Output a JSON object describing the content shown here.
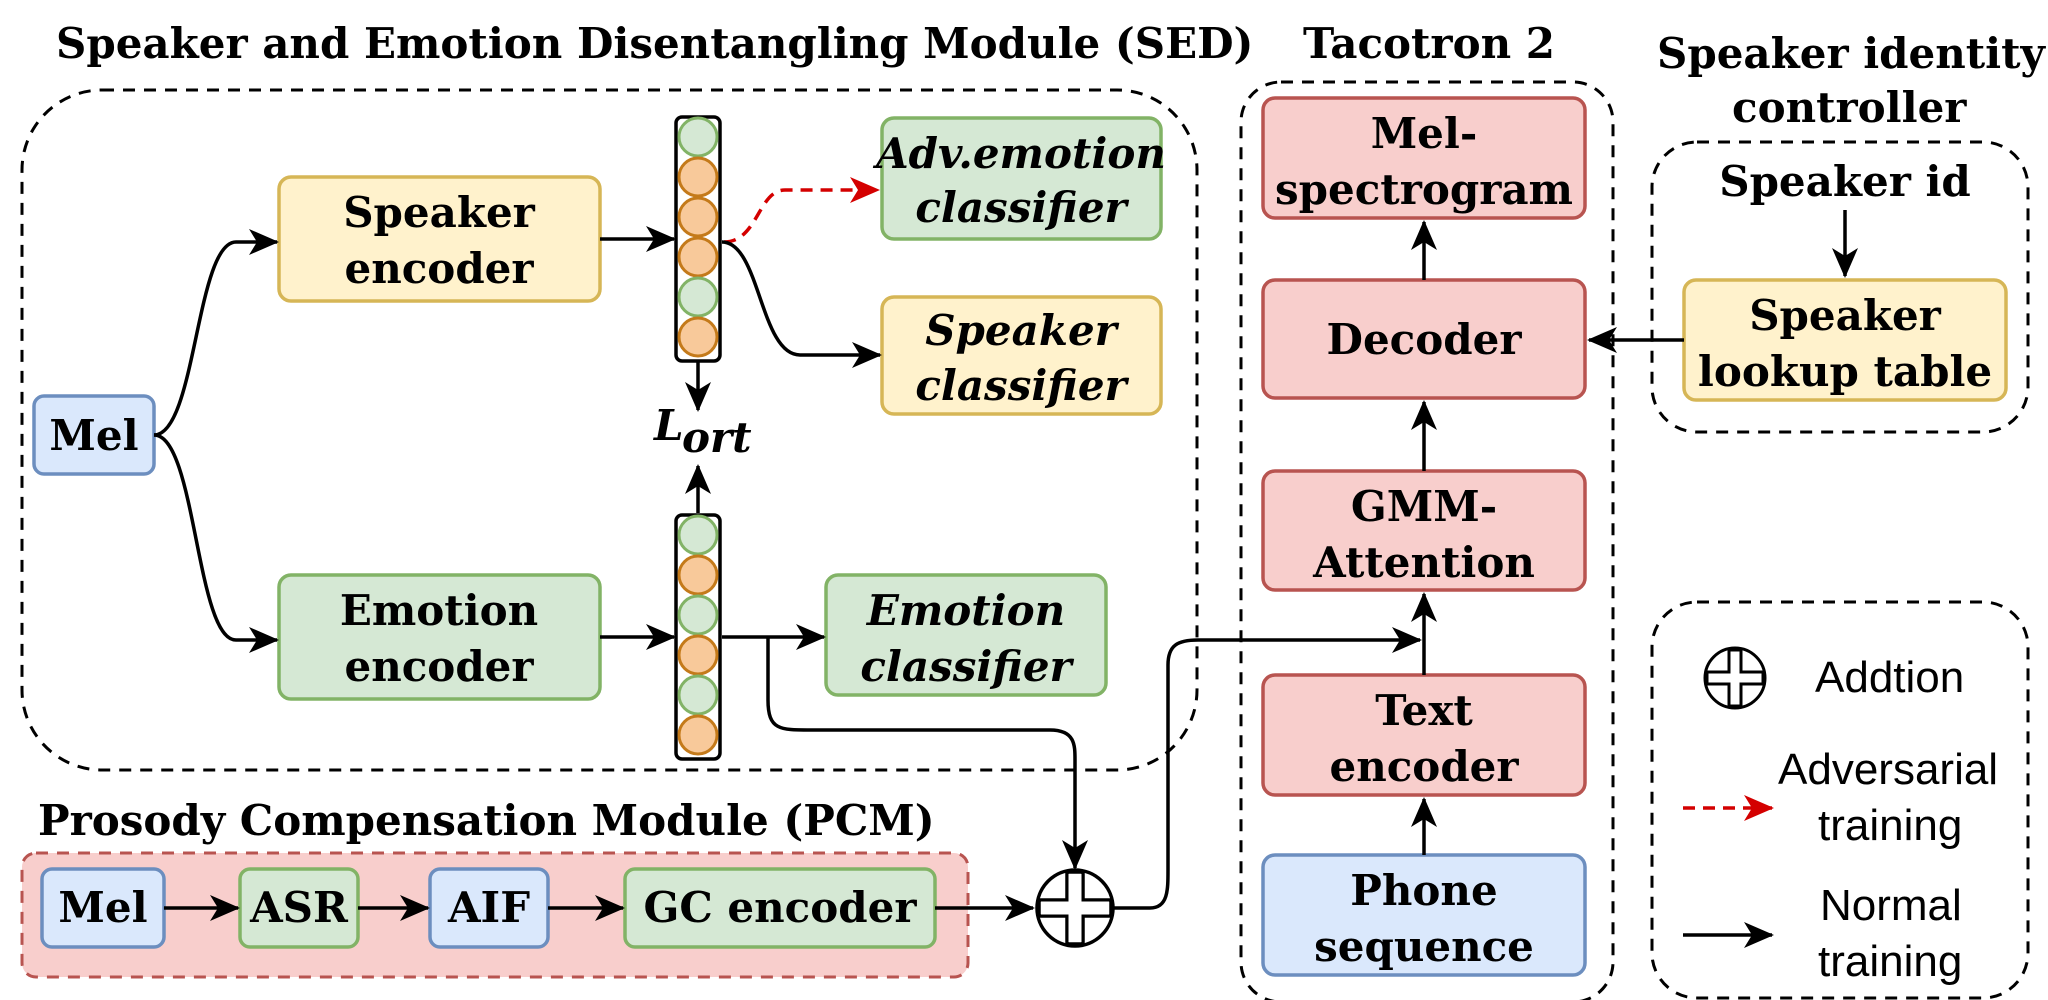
{
  "sections": {
    "sed_title": "Speaker and Emotion Disentangling Module (SED)",
    "pcm_title": "Prosody Compensation Module (PCM)",
    "tacotron_title": "Tacotron 2",
    "speaker_ctrl_title_line1": "Speaker identity",
    "speaker_ctrl_title_line2": "controller"
  },
  "sed": {
    "mel": "Mel",
    "speaker_encoder_l1": "Speaker",
    "speaker_encoder_l2": "encoder",
    "emotion_encoder_l1": "Emotion",
    "emotion_encoder_l2": "encoder",
    "adv_emotion_l1": "Adv.emotion",
    "adv_emotion_l2": "classifier",
    "speaker_classifier_l1": "Speaker",
    "speaker_classifier_l2": "classifier",
    "emotion_classifier_l1": "Emotion",
    "emotion_classifier_l2": "classifier",
    "loss_main": "L",
    "loss_sub": "ort"
  },
  "pcm": {
    "mel": "Mel",
    "asr": "ASR",
    "aif": "AIF",
    "gc_encoder": "GC encoder"
  },
  "tacotron": {
    "mel_spec_l1": "Mel-",
    "mel_spec_l2": "spectrogram",
    "decoder": "Decoder",
    "gmm_l1": "GMM-",
    "gmm_l2": "Attention",
    "text_enc_l1": "Text",
    "text_enc_l2": "encoder",
    "phone_l1": "Phone",
    "phone_l2": "sequence"
  },
  "speaker_ctrl": {
    "speaker_id": "Speaker id",
    "lookup_l1": "Speaker",
    "lookup_l2": "lookup table"
  },
  "legend": {
    "addition": "Addtion",
    "adversarial_l1": "Adversarial",
    "adversarial_l2": "training",
    "normal_l1": "Normal",
    "normal_l2": "training"
  },
  "colors": {
    "blue_fill": "#dae8fc",
    "blue_stroke": "#6c8ebf",
    "yellow_fill": "#fff2cc",
    "yellow_stroke": "#d6b656",
    "green_fill": "#d5e8d4",
    "green_stroke": "#82b366",
    "red_fill": "#f8cecc",
    "red_stroke": "#b85450",
    "orange_fill": "#f8c99a",
    "orange_stroke": "#c47a1a",
    "adversarial_arrow": "#d40000"
  }
}
